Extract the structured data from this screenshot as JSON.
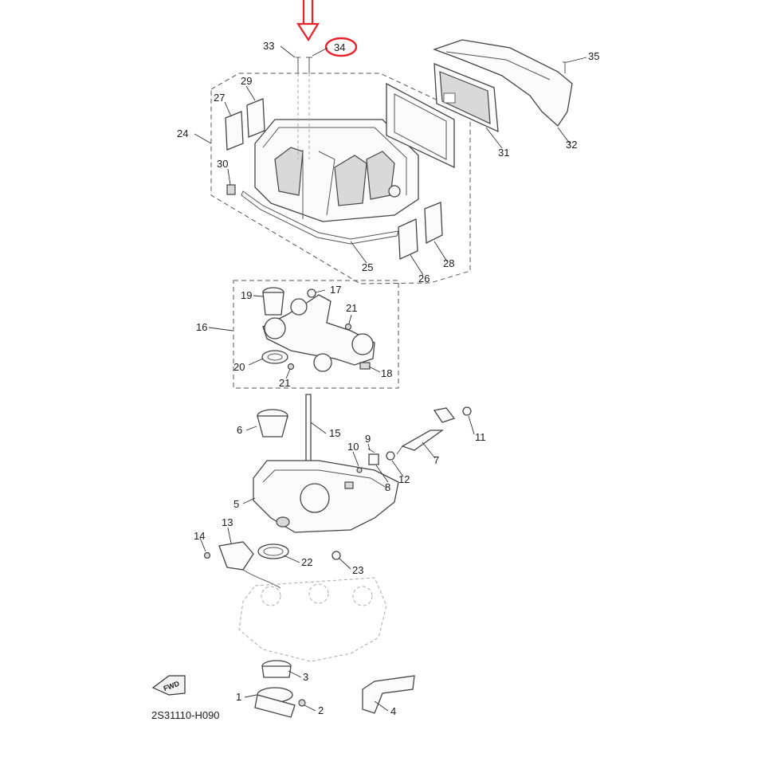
{
  "diagram": {
    "labels": {
      "p1": "1",
      "p2": "2",
      "p3": "3",
      "p4": "4",
      "p5": "5",
      "p6": "6",
      "p7": "7",
      "p8": "8",
      "p9": "9",
      "p10": "10",
      "p11": "11",
      "p12": "12",
      "p13": "13",
      "p14": "14",
      "p15": "15",
      "p16": "16",
      "p17": "17",
      "p18": "18",
      "p19": "19",
      "p20": "20",
      "p21a": "21",
      "p21b": "21",
      "p22": "22",
      "p23": "23",
      "p24": "24",
      "p25": "25",
      "p26": "26",
      "p27": "27",
      "p28": "28",
      "p29": "29",
      "p30": "30",
      "p31": "31",
      "p32": "32",
      "p33": "33",
      "p34": "34",
      "p35": "35"
    },
    "fwd_label": "FWD",
    "drawing_code": "2S31110-H090",
    "highlight": {
      "part": "34",
      "color": "#e8232b"
    }
  }
}
